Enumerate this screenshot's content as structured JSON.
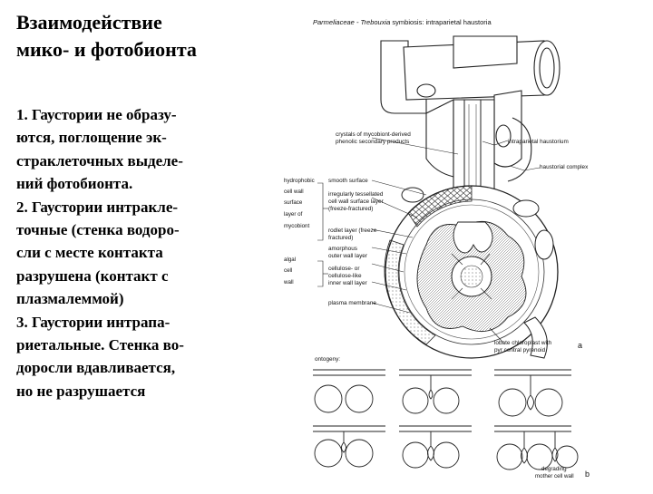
{
  "title": {
    "lines": [
      "Взаимодействие",
      "мико- и фотобионта"
    ]
  },
  "body": {
    "lines": [
      "1. Гаустории не образу-",
      "ются, поглощение эк-",
      "страклеточных выделе-",
      "ний фотобионта.",
      "2. Гаустории интракле-",
      "точные (стенка водоро-",
      "сли с месте контакта",
      "разрушена (контакт с",
      "плазмалеммой)",
      "3. Гаустории интрапа-",
      "риетальные. Стенка во-",
      "доросли вдавливается,",
      "но не разрушается"
    ]
  },
  "figure": {
    "caption_part1": "Parmeliaceae - Trebouxia",
    "caption_part2": " symbiosis: intraparietal haustoria",
    "labels_right": {
      "crystals_1": "crystals of mycobiont-derived",
      "crystals_2": "phenolic secondary products",
      "intraparietal": "intraparietal haustorium",
      "haustorial_complex": "haustorial complex",
      "smooth": "smooth surface",
      "irregular_1": "irregularly tessellated",
      "irregular_2": "cell wall surface layer",
      "irregular_3": "(freeze-fractured)",
      "rodlet_1": "rodlet layer (freeze-",
      "rodlet_2": "fractured)",
      "amorphous_1": "amorphous",
      "amorphous_2": "outer wall layer",
      "cellulose_1": "cellulose- or",
      "cellulose_2": "cellulose-like",
      "cellulose_3": "inner wall layer",
      "plasma": "plasma membrane",
      "lobate_1": "lobate chloroplast with",
      "lobate_2": "pyr central pyrenoid",
      "degrading_1": "degrading",
      "degrading_2": "mother cell wall",
      "ontogeny": "ontogeny:"
    },
    "labels_left": {
      "hydrophobic_1": "hydrophobic",
      "hydrophobic_2": "cell wall",
      "hydrophobic_3": "surface",
      "hydrophobic_4": "layer of",
      "hydrophobic_5": "mycobiont",
      "algal_1": "algal",
      "algal_2": "cell",
      "algal_3": "wall"
    },
    "panel_a": "a",
    "panel_b": "b"
  }
}
